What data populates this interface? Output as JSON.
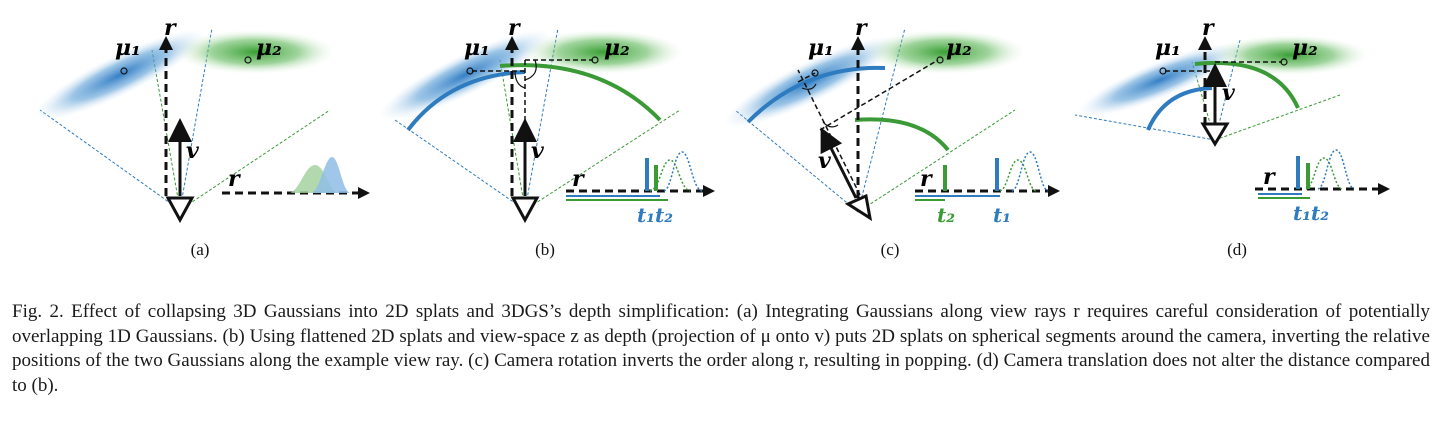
{
  "figure": {
    "panels": [
      {
        "label": "(a)"
      },
      {
        "label": "(b)"
      },
      {
        "label": "(c)"
      },
      {
        "label": "(d)"
      }
    ],
    "symbols": {
      "mu1": "μ₁",
      "mu2": "μ₂",
      "r": "r",
      "v": "v",
      "t1": "t₁",
      "t2": "t₂",
      "t1t2": "t₁t₂"
    },
    "colors": {
      "blue": "#2e7bbf",
      "green": "#3a9a35",
      "blue_light": "#5a9fd4",
      "green_light": "#5fb85a"
    }
  },
  "caption": {
    "text": "Fig. 2. Effect of collapsing 3D Gaussians into 2D splats and 3DGS’s depth simplification: (a) Integrating Gaussians along view rays r requires careful consideration of potentially overlapping 1D Gaussians. (b) Using flattened 2D splats and view-space z as depth (projection of μ onto v) puts 2D splats on spherical segments around the camera, inverting the relative positions of the two Gaussians along the example view ray. (c) Camera rotation inverts the order along r, resulting in popping. (d) Camera translation does not alter the distance compared to (b)."
  }
}
